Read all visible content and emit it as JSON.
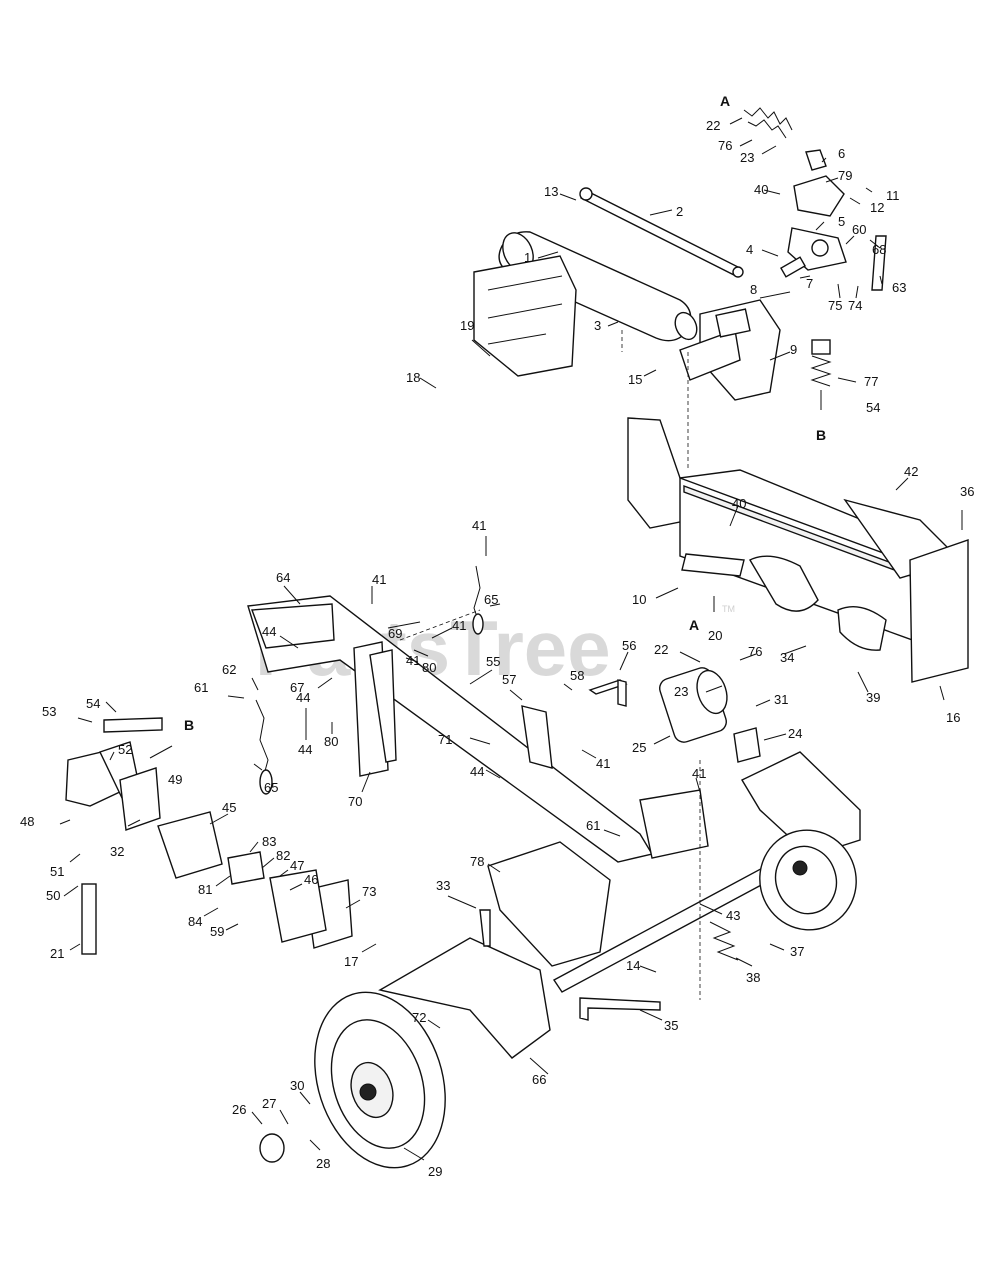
{
  "watermark": "PartsTree",
  "watermark_tm": "TM",
  "connection_labels": [
    "A",
    "B",
    "A",
    "B"
  ],
  "callouts": [
    "1",
    "2",
    "3",
    "4",
    "5",
    "6",
    "7",
    "8",
    "9",
    "10",
    "11",
    "12",
    "13",
    "14",
    "15",
    "16",
    "17",
    "18",
    "19",
    "20",
    "21",
    "22",
    "22",
    "23",
    "23",
    "24",
    "25",
    "26",
    "27",
    "28",
    "29",
    "30",
    "31",
    "32",
    "33",
    "34",
    "35",
    "36",
    "37",
    "38",
    "39",
    "40",
    "40",
    "41",
    "41",
    "41",
    "41",
    "41",
    "41",
    "42",
    "43",
    "44",
    "44",
    "44",
    "44",
    "45",
    "46",
    "47",
    "48",
    "49",
    "50",
    "51",
    "52",
    "53",
    "54",
    "54",
    "55",
    "56",
    "57",
    "58",
    "59",
    "60",
    "61",
    "61",
    "62",
    "63",
    "64",
    "65",
    "65",
    "66",
    "67",
    "68",
    "69",
    "70",
    "71",
    "72",
    "73",
    "74",
    "75",
    "76",
    "76",
    "77",
    "78",
    "79",
    "80",
    "80",
    "81",
    "82",
    "83",
    "84"
  ]
}
